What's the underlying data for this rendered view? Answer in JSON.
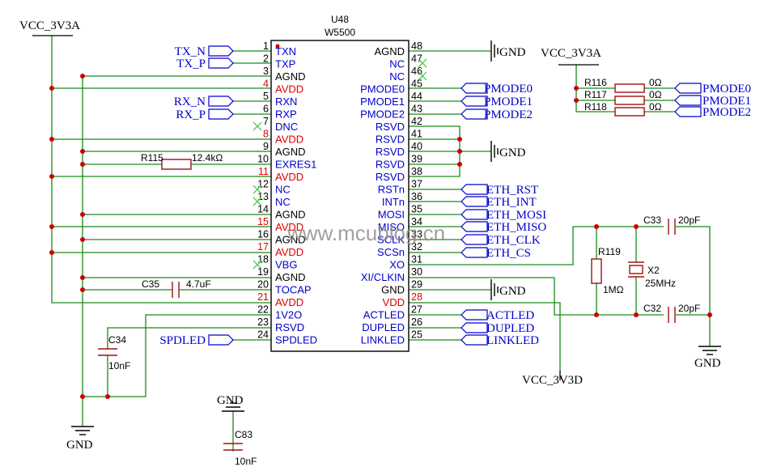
{
  "colors": {
    "wire": "#1a8a1a",
    "body": "#000000",
    "pin_name": "#0000cc",
    "power_pin": "#e00000",
    "pin_num": "#000000",
    "red_num": "#e00000",
    "junction": "#cc0000",
    "nc_mark": "#55cc55",
    "cap": "#a01010",
    "resistor": "#a01010",
    "watermark": "#888888"
  },
  "chip": {
    "ref": "U48",
    "value": "W5500",
    "left_pins": [
      {
        "num": "1",
        "name": "TXN",
        "kind": "signal"
      },
      {
        "num": "2",
        "name": "TXP",
        "kind": "signal"
      },
      {
        "num": "3",
        "name": "AGND",
        "kind": "ground"
      },
      {
        "num": "4",
        "name": "AVDD",
        "kind": "power"
      },
      {
        "num": "5",
        "name": "RXN",
        "kind": "signal"
      },
      {
        "num": "6",
        "name": "RXP",
        "kind": "signal"
      },
      {
        "num": "7",
        "name": "DNC",
        "kind": "signal"
      },
      {
        "num": "8",
        "name": "AVDD",
        "kind": "power"
      },
      {
        "num": "9",
        "name": "AGND",
        "kind": "ground"
      },
      {
        "num": "10",
        "name": "EXRES1",
        "kind": "signal"
      },
      {
        "num": "11",
        "name": "AVDD",
        "kind": "power"
      },
      {
        "num": "12",
        "name": "NC",
        "kind": "signal"
      },
      {
        "num": "13",
        "name": "NC",
        "kind": "signal"
      },
      {
        "num": "14",
        "name": "AGND",
        "kind": "ground"
      },
      {
        "num": "15",
        "name": "AVDD",
        "kind": "power"
      },
      {
        "num": "16",
        "name": "AGND",
        "kind": "ground"
      },
      {
        "num": "17",
        "name": "AVDD",
        "kind": "power"
      },
      {
        "num": "18",
        "name": "VBG",
        "kind": "signal"
      },
      {
        "num": "19",
        "name": "AGND",
        "kind": "ground"
      },
      {
        "num": "20",
        "name": "TOCAP",
        "kind": "signal"
      },
      {
        "num": "21",
        "name": "AVDD",
        "kind": "power"
      },
      {
        "num": "22",
        "name": "1V2O",
        "kind": "signal"
      },
      {
        "num": "23",
        "name": "RSVD",
        "kind": "signal"
      },
      {
        "num": "24",
        "name": "SPDLED",
        "kind": "signal"
      }
    ],
    "right_pins": [
      {
        "num": "48",
        "name": "AGND",
        "kind": "ground"
      },
      {
        "num": "47",
        "name": "NC",
        "kind": "signal"
      },
      {
        "num": "46",
        "name": "NC",
        "kind": "signal"
      },
      {
        "num": "45",
        "name": "PMODE0",
        "kind": "signal"
      },
      {
        "num": "44",
        "name": "PMODE1",
        "kind": "signal"
      },
      {
        "num": "43",
        "name": "PMODE2",
        "kind": "signal"
      },
      {
        "num": "42",
        "name": "RSVD",
        "kind": "signal"
      },
      {
        "num": "41",
        "name": "RSVD",
        "kind": "signal"
      },
      {
        "num": "40",
        "name": "RSVD",
        "kind": "signal"
      },
      {
        "num": "39",
        "name": "RSVD",
        "kind": "signal"
      },
      {
        "num": "38",
        "name": "RSVD",
        "kind": "signal"
      },
      {
        "num": "37",
        "name": "RSTn",
        "kind": "signal"
      },
      {
        "num": "36",
        "name": "INTn",
        "kind": "signal"
      },
      {
        "num": "35",
        "name": "MOSI",
        "kind": "signal"
      },
      {
        "num": "34",
        "name": "MISO",
        "kind": "signal"
      },
      {
        "num": "33",
        "name": "SCLK",
        "kind": "signal"
      },
      {
        "num": "32",
        "name": "SCSn",
        "kind": "signal"
      },
      {
        "num": "31",
        "name": "XO",
        "kind": "signal"
      },
      {
        "num": "30",
        "name": "XI/CLKIN",
        "kind": "signal"
      },
      {
        "num": "29",
        "name": "GND",
        "kind": "ground"
      },
      {
        "num": "28",
        "name": "VDD",
        "kind": "power"
      },
      {
        "num": "27",
        "name": "ACTLED",
        "kind": "signal"
      },
      {
        "num": "26",
        "name": "DUPLED",
        "kind": "signal"
      },
      {
        "num": "25",
        "name": "LINKLED",
        "kind": "signal"
      }
    ]
  },
  "left_ports": [
    "TX_N",
    "TX_P",
    "RX_N",
    "RX_P",
    "SPDLED"
  ],
  "right_ports": [
    "PMODE0",
    "PMODE1",
    "PMODE2",
    "ETH_RST",
    "ETH_INT",
    "ETH_MOSI",
    "ETH_MISO",
    "ETH_CLK",
    "ETH_CS",
    "ACTLED",
    "DUPLED",
    "LINKLED"
  ],
  "pmode_ports": [
    "PMODE0",
    "PMODE1",
    "PMODE2"
  ],
  "power_labels": {
    "vcc_3v3a_left": "VCC_3V3A",
    "vcc_3v3a_right": "VCC_3V3A",
    "vcc_3v3d": "VCC_3V3D",
    "gnd": "GND"
  },
  "components": {
    "r115": {
      "ref": "R115",
      "value": "12.4kΩ"
    },
    "c35": {
      "ref": "C35",
      "value": "4.7uF"
    },
    "c34": {
      "ref": "C34",
      "value": "10nF"
    },
    "c83": {
      "ref": "C83",
      "value": "10nF"
    },
    "r116": {
      "ref": "R116",
      "value": "0Ω"
    },
    "r117": {
      "ref": "R117",
      "value": "0Ω"
    },
    "r118": {
      "ref": "R118",
      "value": "0Ω"
    },
    "r119": {
      "ref": "R119",
      "value": "1MΩ"
    },
    "x2": {
      "ref": "X2",
      "value": "25MHz"
    },
    "c33": {
      "ref": "C33",
      "value": "20pF"
    },
    "c32": {
      "ref": "C32",
      "value": "20pF"
    }
  },
  "watermark": "www.mcublog.cn"
}
